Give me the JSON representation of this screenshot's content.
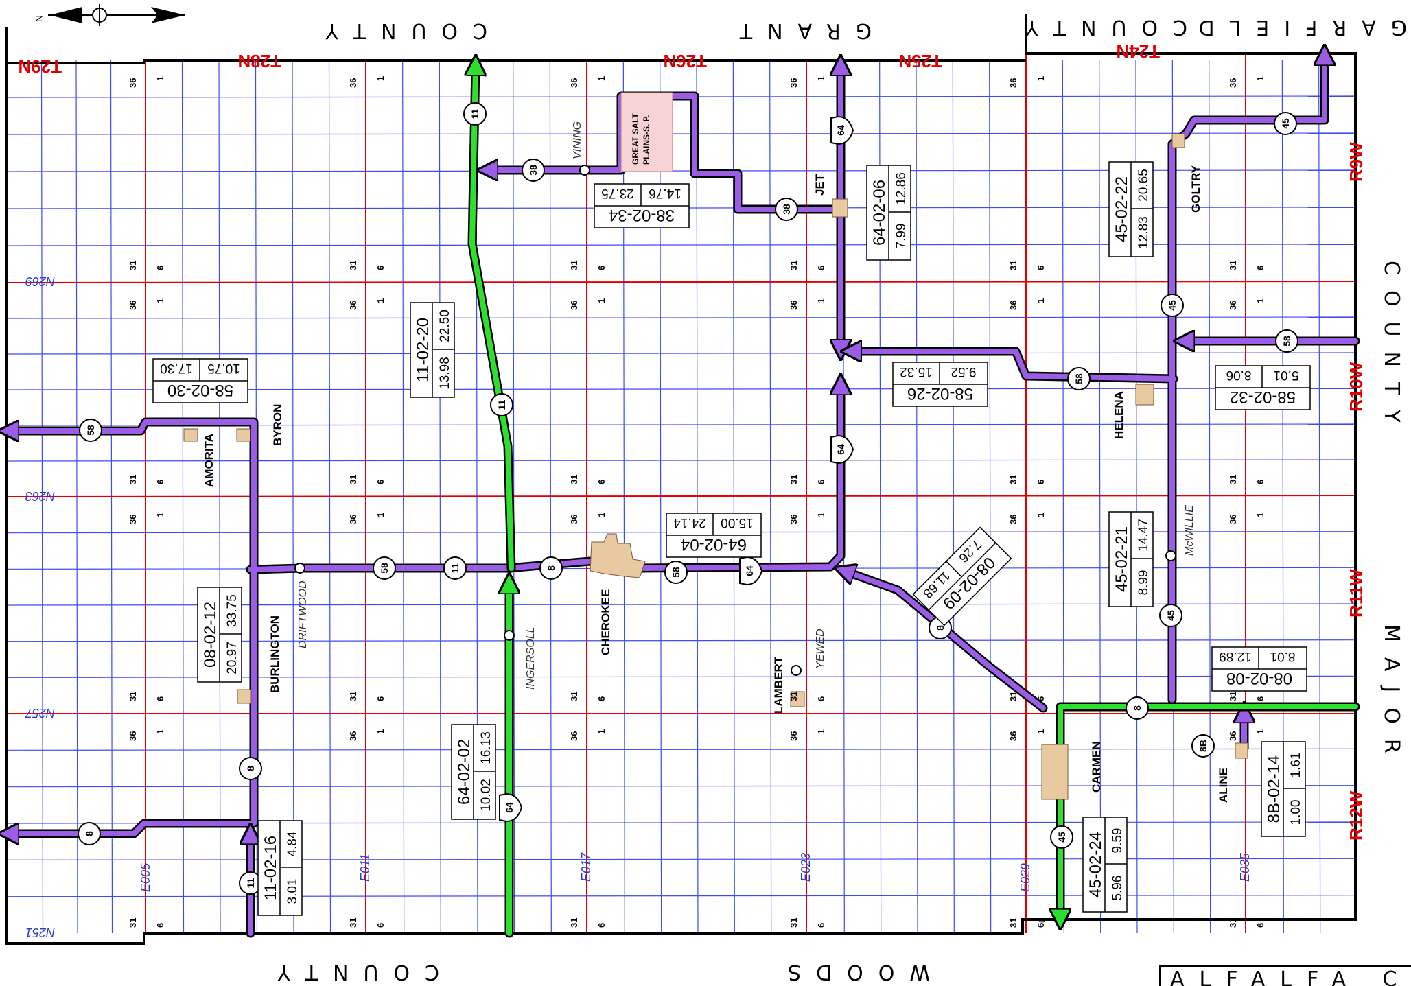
{
  "counties": {
    "grant_north_left": "COUNTY",
    "grant_north_right": "GRANT",
    "garfield_north_left": "COUNTY",
    "garfield_north_right": "GARFIELD",
    "major_east_top": "COUNTY",
    "major_east_bottom": "MAJOR",
    "woods_south_left": "COUNTY",
    "woods_south_right": "WOODS",
    "alfalfa_title": "ALFALFA  COU"
  },
  "north_arrow_label": "N",
  "townships": [
    "T29N",
    "T28N",
    "T26N",
    "T25N",
    "T24N"
  ],
  "ranges": [
    "R9W",
    "R10W",
    "R11W",
    "R12W"
  ],
  "north_section_labels": [
    "N269",
    "N263",
    "N257",
    "N251"
  ],
  "east_section_labels": [
    "E005",
    "E011",
    "E017",
    "E023",
    "E029",
    "E035"
  ],
  "towns": [
    "AMORITA",
    "BYRON",
    "BURLINGTON",
    "CHEROKEE",
    "JET",
    "GOLTRY",
    "HELENA",
    "CARMEN",
    "ALINE",
    "LAMBERT"
  ],
  "places": [
    "VINING",
    "DRIFTWOOD",
    "INGERSOLL",
    "YEWED",
    "McWILLIE"
  ],
  "park_label_line1": "GREAT SALT",
  "park_label_line2": "PLAINS-S. P.",
  "section_numbers": {
    "a": "36",
    "b": "1",
    "c": "31",
    "d": "6"
  },
  "route_shields": {
    "r11": "11",
    "r38": "38",
    "r58": "58",
    "r8": "8",
    "r64": "64",
    "r45": "45",
    "r8b": "8B"
  },
  "control_sections": [
    {
      "id": "38-02-34",
      "begin": "14.76",
      "end": "23.75"
    },
    {
      "id": "64-02-06",
      "begin": "7.99",
      "end": "12.86"
    },
    {
      "id": "45-02-22",
      "begin": "12.83",
      "end": "20.65"
    },
    {
      "id": "11-02-20",
      "begin": "13.98",
      "end": "22.50"
    },
    {
      "id": "58-02-30",
      "begin": "10.75",
      "end": "17.30"
    },
    {
      "id": "58-02-26",
      "begin": "9.52",
      "end": "15.32"
    },
    {
      "id": "58-02-32",
      "begin": "5.01",
      "end": "8.06"
    },
    {
      "id": "64-02-04",
      "begin": "15.00",
      "end": "24.14"
    },
    {
      "id": "08-02-12",
      "begin": "20.97",
      "end": "33.75"
    },
    {
      "id": "08-02-09",
      "begin": "7.26",
      "end": "11.68"
    },
    {
      "id": "45-02-21",
      "begin": "8.99",
      "end": "14.47"
    },
    {
      "id": "08-02-08",
      "begin": "8.01",
      "end": "12.89"
    },
    {
      "id": "64-02-02",
      "begin": "10.02",
      "end": "16.13"
    },
    {
      "id": "11-02-16",
      "begin": "3.01",
      "end": "4.84"
    },
    {
      "id": "45-02-24",
      "begin": "5.96",
      "end": "9.59"
    },
    {
      "id": "8B-02-14",
      "begin": "1.00",
      "end": "1.61"
    }
  ],
  "colors": {
    "grid": "#3d4cf0",
    "township_line": "#e00000",
    "state_route": "#9b5de5",
    "highlighted_route": "#2ee02e",
    "town_fill": "#e8c9a0",
    "park_fill": "#f7d3d3"
  }
}
